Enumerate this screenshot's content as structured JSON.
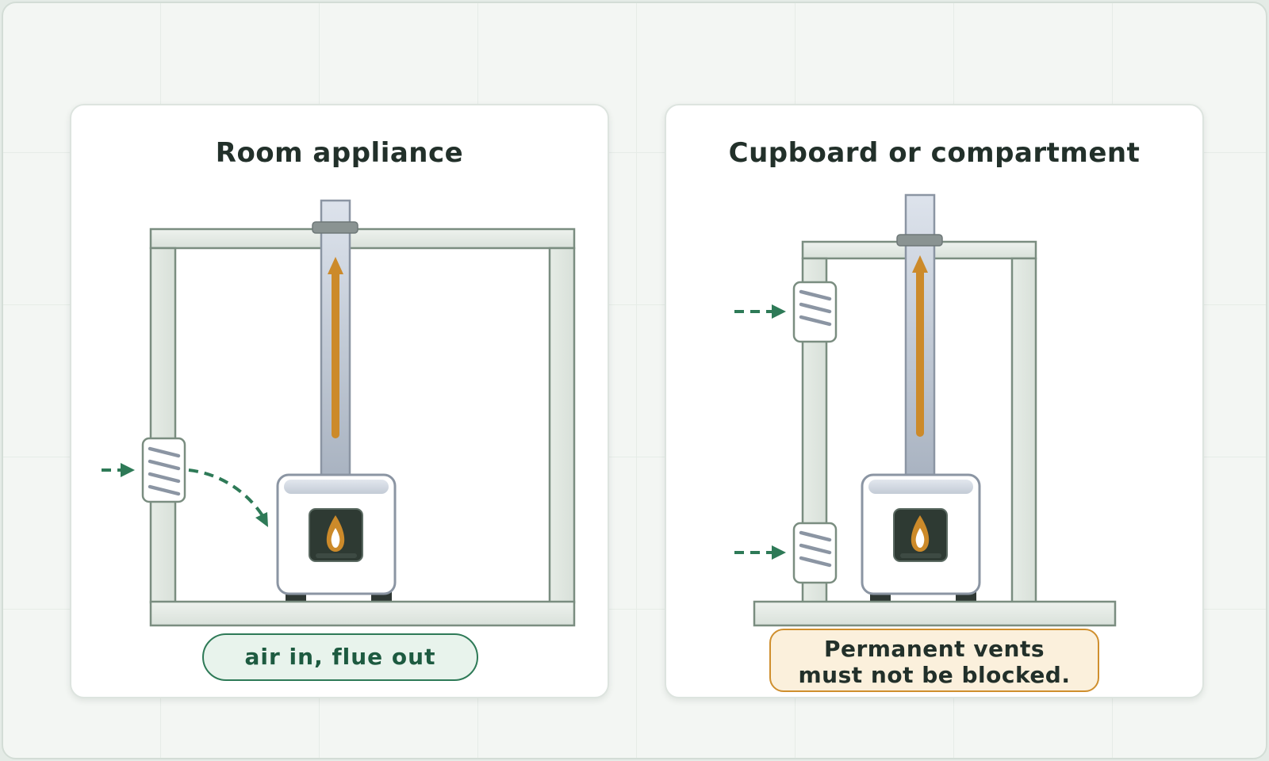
{
  "left_panel": {
    "title": "Room appliance",
    "caption": "air in, flue out"
  },
  "right_panel": {
    "title": "Cupboard or compartment",
    "caption_line1": "Permanent vents",
    "caption_line2": "must not be blocked."
  },
  "colors": {
    "airflow": "#2e7a57",
    "flue_gas": "#cc8a2a",
    "wall": "#e1e8e1",
    "wall_stroke": "#7a8d80",
    "flue_pipe": "#c0c9d6",
    "appliance_window": "#2e3a33"
  },
  "icons": [
    "flame-icon",
    "vent-grille-icon",
    "airflow-arrow-icon",
    "flue-gas-arrow-icon"
  ]
}
